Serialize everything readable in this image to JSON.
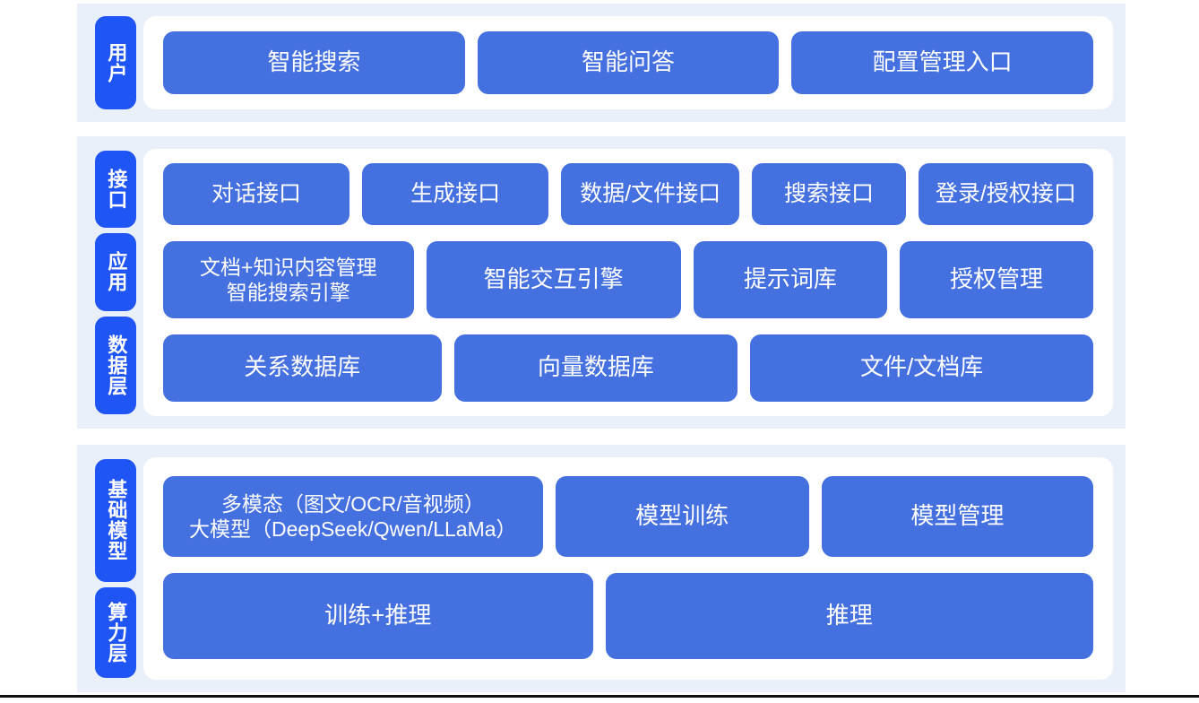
{
  "colors": {
    "tab_blue": "#1f55f5",
    "box_blue": "#4570e0",
    "band_bg": "#eaf0f9",
    "panel_bg": "#ffffff",
    "page_bg": "#ffffff",
    "rule": "#0d0d12"
  },
  "sections": [
    {
      "id": "user",
      "tabs": [
        {
          "label": "用户"
        }
      ],
      "rows": [
        {
          "id": "user",
          "boxes": [
            {
              "label": "智能搜索"
            },
            {
              "label": "智能问答"
            },
            {
              "label": "配置管理入口"
            }
          ]
        }
      ]
    },
    {
      "id": "platform",
      "tabs": [
        {
          "label": "接口"
        },
        {
          "label": "应用"
        },
        {
          "label": "数据层"
        }
      ],
      "rows": [
        {
          "id": "interface",
          "boxes": [
            {
              "label": "对话接口"
            },
            {
              "label": "生成接口"
            },
            {
              "label": "数据/文件接口"
            },
            {
              "label": "搜索接口"
            },
            {
              "label": "登录/授权接口"
            }
          ]
        },
        {
          "id": "application",
          "boxes": [
            {
              "label": "文档+知识内容管理\n智能搜索引擎"
            },
            {
              "label": "智能交互引擎"
            },
            {
              "label": "提示词库"
            },
            {
              "label": "授权管理"
            }
          ]
        },
        {
          "id": "data",
          "boxes": [
            {
              "label": "关系数据库"
            },
            {
              "label": "向量数据库"
            },
            {
              "label": "文件/文档库"
            }
          ]
        }
      ]
    },
    {
      "id": "infra",
      "tabs": [
        {
          "label": "基础模型"
        },
        {
          "label": "算力层"
        }
      ],
      "rows": [
        {
          "id": "model",
          "boxes": [
            {
              "label": "多模态（图文/OCR/音视频）\n大模型（DeepSeek/Qwen/LLaMa）"
            },
            {
              "label": "模型训练"
            },
            {
              "label": "模型管理"
            }
          ]
        },
        {
          "id": "compute",
          "boxes": [
            {
              "label": "训练+推理"
            },
            {
              "label": "推理"
            }
          ]
        }
      ]
    }
  ]
}
